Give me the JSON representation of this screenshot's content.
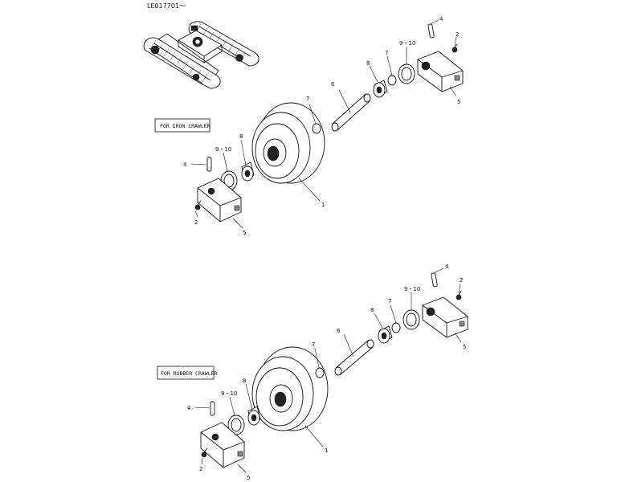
{
  "serial": "LE017701～",
  "assemblies": [
    {
      "label": "FOR IRON CRAWLER",
      "callouts": [
        "1",
        "2",
        "2",
        "4",
        "4",
        "5",
        "5",
        "6",
        "7",
        "7",
        "8",
        "8",
        "9・10",
        "9・10"
      ]
    },
    {
      "label": "FOR RUBBER CRAWLER",
      "callouts": [
        "1",
        "2",
        "2",
        "4",
        "4",
        "5",
        "5",
        "6",
        "7",
        "7",
        "8",
        "8",
        "9・10",
        "9・10"
      ]
    }
  ]
}
